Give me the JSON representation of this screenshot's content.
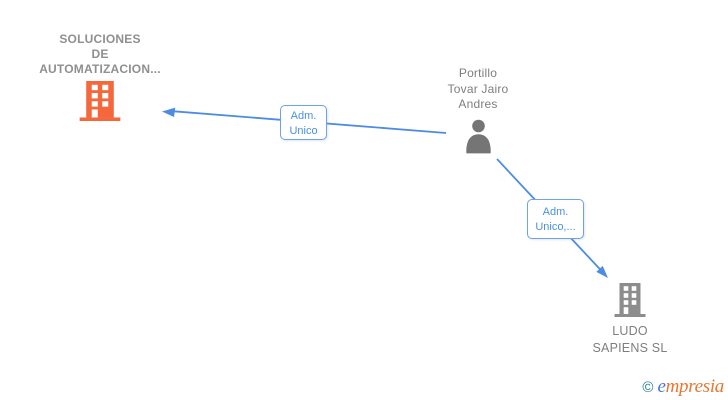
{
  "diagram": {
    "nodes": {
      "company_a": {
        "name_lines": [
          "SOLUCIONES",
          "DE",
          "AUTOMATIZACION..."
        ],
        "icon": "building-icon",
        "icon_color": "#f4683c"
      },
      "person": {
        "name_lines": [
          "Portillo",
          "Tovar Jairo",
          "Andres"
        ],
        "icon": "person-icon",
        "icon_color": "#757575"
      },
      "company_b": {
        "name_lines": [
          "LUDO",
          "SAPIENS SL"
        ],
        "icon": "building-icon",
        "icon_color": "#8d8d8d"
      }
    },
    "edges": [
      {
        "from": "person",
        "to": "company_a",
        "label_lines": [
          "Adm.",
          "Unico"
        ]
      },
      {
        "from": "person",
        "to": "company_b",
        "label_lines": [
          "Adm.",
          "Unico,..."
        ]
      }
    ],
    "colors": {
      "edge_blue": "#4d8ce0",
      "edge_label_text": "#4a90e2",
      "edge_label_border": "#6fa3e2",
      "company_caption_gray": "#8f8f8f",
      "caption_gray": "#7e7e7e"
    }
  },
  "watermark": {
    "copyright_symbol": "©",
    "brand_initial": "e",
    "brand_rest": "mpresia",
    "copyright_color": "#1c7b8d",
    "brand_initial_color": "#4a72d4",
    "brand_rest_color": "#e8762e"
  }
}
